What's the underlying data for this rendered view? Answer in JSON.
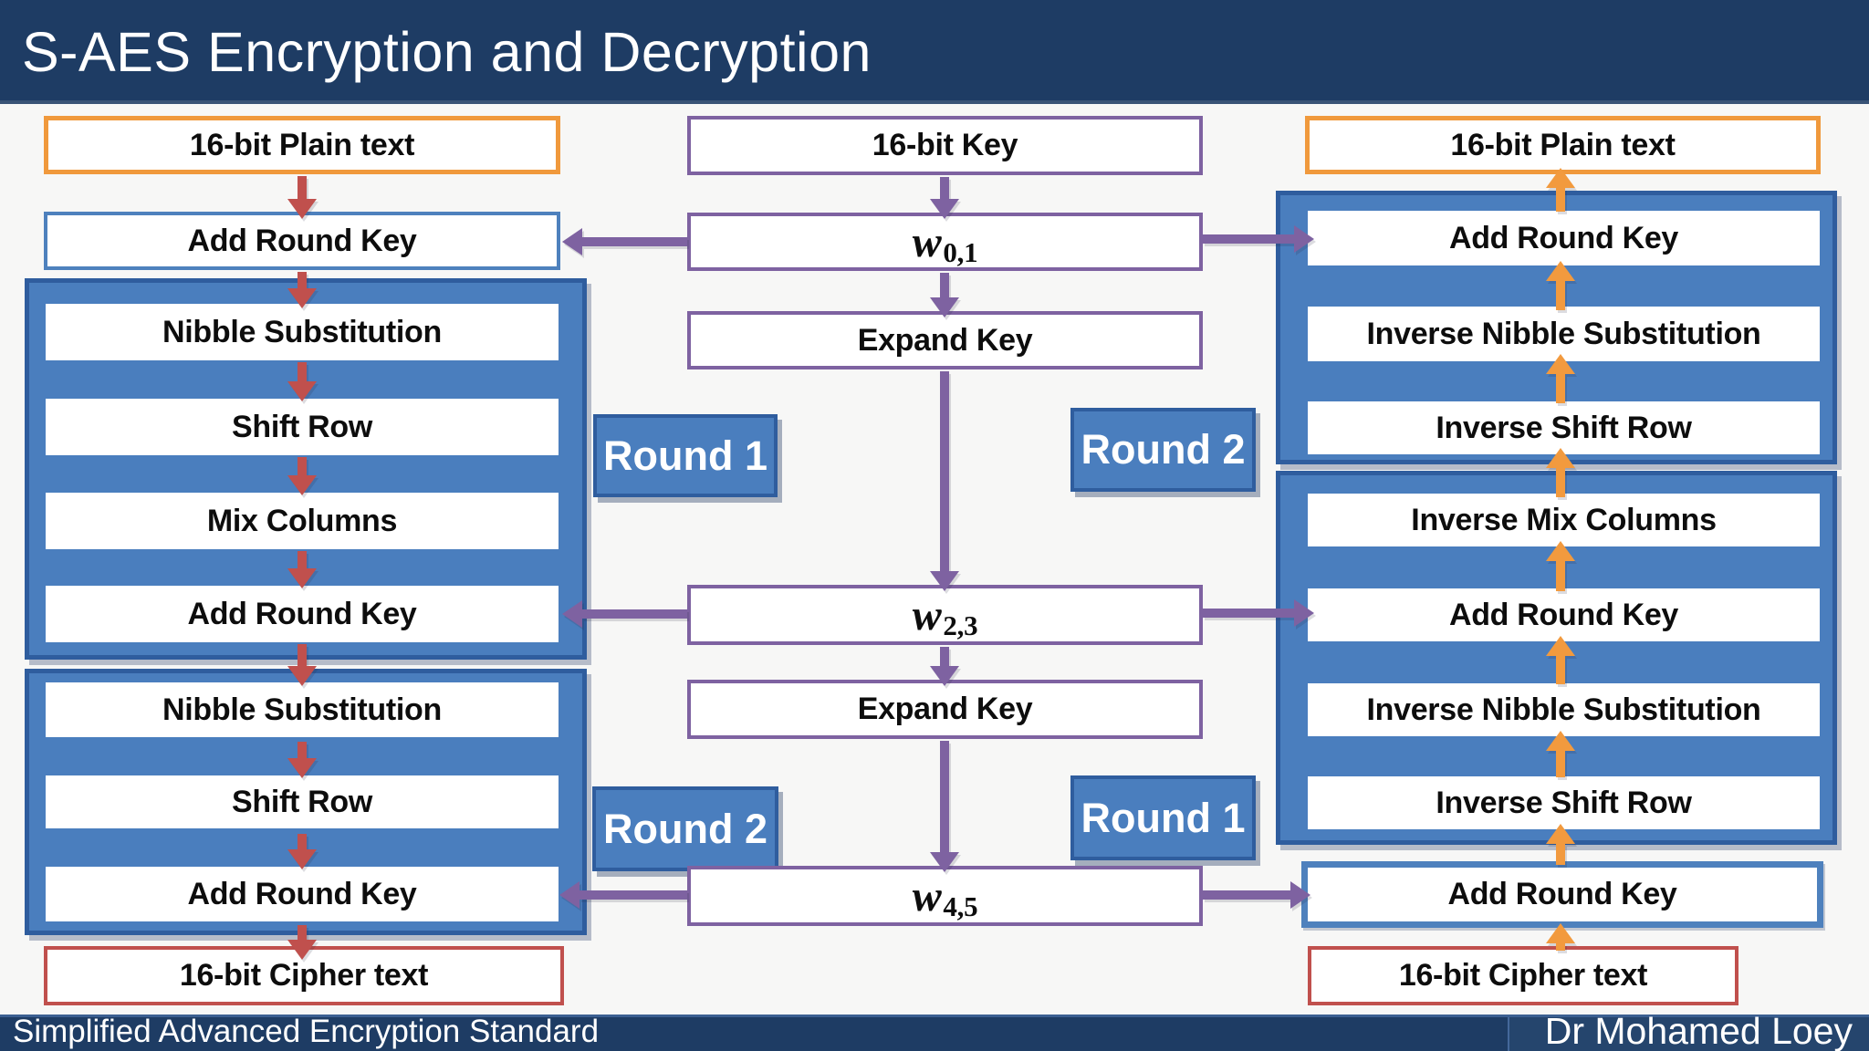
{
  "title": "S-AES Encryption and Decryption",
  "footer": {
    "left": "Simplified Advanced Encryption Standard",
    "right": "Dr Mohamed Loey"
  },
  "encryption": {
    "input": "16-bit Plain text",
    "initial_step": "Add Round Key",
    "round1": {
      "label": "Round 1",
      "steps": [
        "Nibble Substitution",
        "Shift Row",
        "Mix Columns",
        "Add Round Key"
      ]
    },
    "round2": {
      "label": "Round 2",
      "steps": [
        "Nibble Substitution",
        "Shift Row",
        "Add Round Key"
      ]
    },
    "output": "16-bit Cipher text"
  },
  "key_expansion": {
    "input": "16-bit Key",
    "w01": {
      "base": "w",
      "sub": "0,1"
    },
    "expand1": "Expand Key",
    "w23": {
      "base": "w",
      "sub": "2,3"
    },
    "expand2": "Expand Key",
    "w45": {
      "base": "w",
      "sub": "4,5"
    }
  },
  "decryption": {
    "output": "16-bit Plain text",
    "round2": {
      "label": "Round 2",
      "steps": [
        "Add Round Key",
        "Inverse Nibble Substitution",
        "Inverse Shift Row"
      ]
    },
    "round1": {
      "label": "Round 1",
      "steps": [
        "Inverse  Mix Columns",
        "Add Round Key",
        "Inverse Nibble Substitution",
        "Inverse Shift Row"
      ]
    },
    "final_step": "Add Round Key",
    "input": "16-bit Cipher text"
  },
  "colors": {
    "navy": "#1E3C64",
    "group_blue": "#4A7EBE",
    "group_border": "#2F5D9E",
    "box_blue_border": "#4E81BD",
    "orange_border": "#F0993C",
    "red_arrow": "#C0504D",
    "orange_arrow": "#F29A3E",
    "purple": "#7E62A1"
  }
}
